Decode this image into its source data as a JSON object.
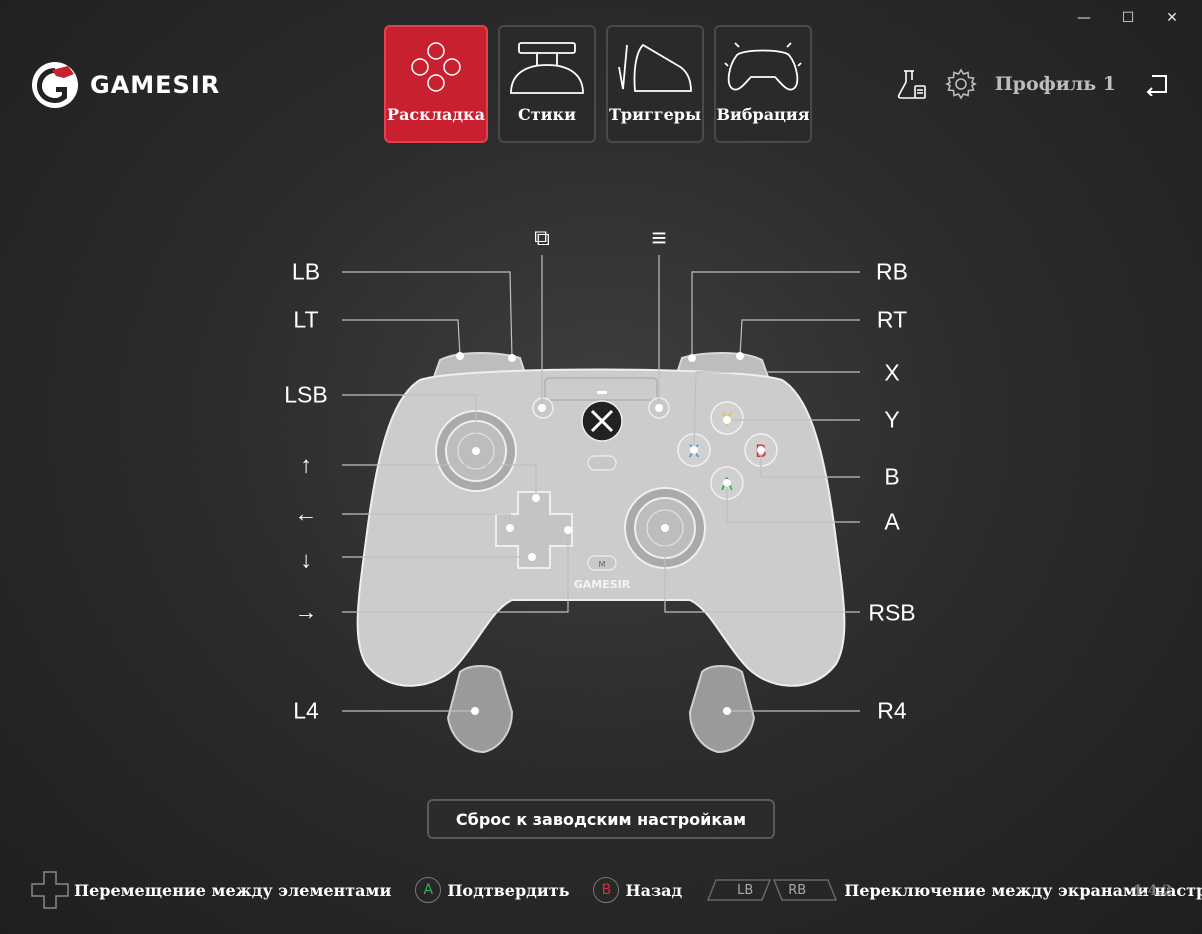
{
  "window": {
    "minimize": "—",
    "maximize": "☐",
    "close": "✕"
  },
  "brand": {
    "name": "GAMESIR",
    "accent": "#c8202e"
  },
  "tabs": [
    {
      "label": "Раскладка",
      "active": true,
      "icon": "dpad-icon"
    },
    {
      "label": "Стики",
      "active": false,
      "icon": "thumbstick-icon"
    },
    {
      "label": "Триггеры",
      "active": false,
      "icon": "trigger-icon"
    },
    {
      "label": "Вибрация",
      "active": false,
      "icon": "vibration-icon"
    }
  ],
  "header": {
    "profile_label": "Профиль 1"
  },
  "mapping": {
    "lb": "LB",
    "lt": "LT",
    "lsb": "LSB",
    "up": "↑",
    "left": "←",
    "down": "↓",
    "right": "→",
    "l4": "L4",
    "rb": "RB",
    "rt": "RT",
    "x": "X",
    "y": "Y",
    "b": "B",
    "a": "A",
    "rsb": "RSB",
    "r4": "R4",
    "view": "⧉",
    "menu": "≡"
  },
  "controller": {
    "face_x": "X",
    "face_y": "Y",
    "face_b": "B",
    "face_a": "A",
    "m_button": "M",
    "brand_text": "GAMESIR"
  },
  "reset_button": "Сброс к заводским настройкам",
  "footer": {
    "nav_hint": "Перемещение между элементами",
    "confirm_key": "A",
    "confirm_hint": "Подтвердить",
    "back_key": "B",
    "back_hint": "Назад",
    "lb_key": "LB",
    "rb_key": "RB",
    "switch_hint": "Переключение между экранами настроек"
  },
  "version": "1.4.2",
  "colors": {
    "x": "#3a9ad9",
    "y": "#e8c020",
    "b": "#d03040",
    "a": "#30b050"
  }
}
